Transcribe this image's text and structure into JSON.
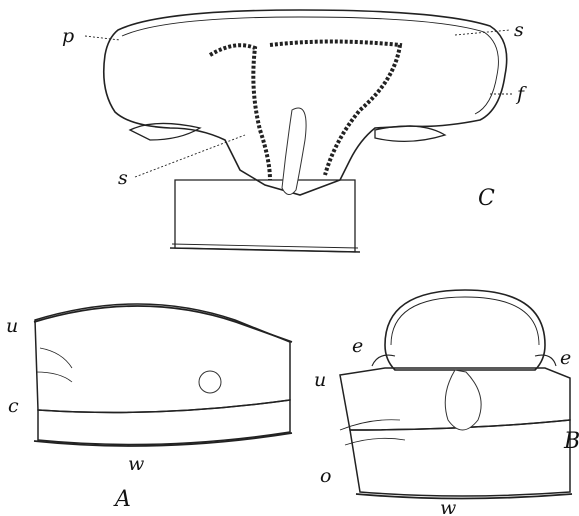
{
  "figure": {
    "panel_c": {
      "caption": "C",
      "labels": {
        "p": "p",
        "s_upper": "s",
        "f": "f",
        "s_lower": "s"
      }
    },
    "panel_a": {
      "caption": "A",
      "labels": {
        "u": "u",
        "c": "c",
        "w": "w"
      }
    },
    "panel_b": {
      "caption": "B",
      "labels": {
        "e_left": "e",
        "e_right": "e",
        "u": "u",
        "o": "o",
        "w": "w"
      }
    }
  },
  "colors": {
    "ink": "#222222",
    "background": "#ffffff"
  }
}
